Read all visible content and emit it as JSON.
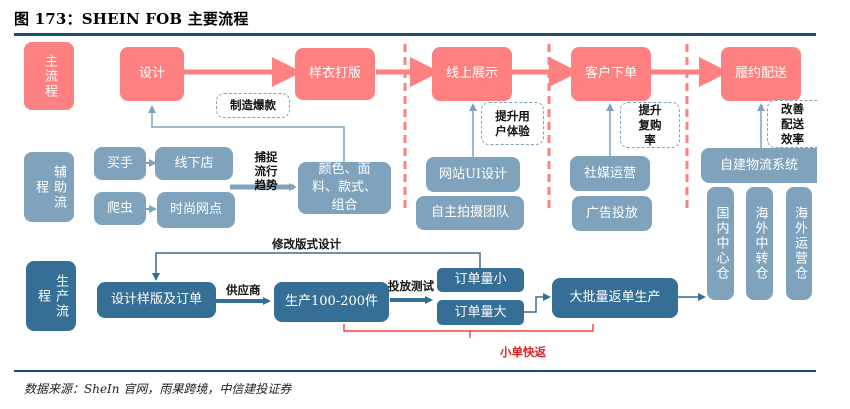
{
  "figure": {
    "title": "图 173：SHEIN FOB 主要流程",
    "source": "数据来源：SheIn 官网，雨果跨境，中信建投证券"
  },
  "rows": {
    "main": "主流程",
    "aux": "辅助流程",
    "prod": "生产流程"
  },
  "main_flow": [
    {
      "label": "设计"
    },
    {
      "label": "样衣打版"
    },
    {
      "label": "线上展示"
    },
    {
      "label": "客户下单"
    },
    {
      "label": "履约配送"
    }
  ],
  "callouts": {
    "hot_items": "制造爆款",
    "user_exp": "提升用户体验",
    "repurchase": "提升复购率",
    "delivery": "改善配送效率"
  },
  "aux_flow": {
    "buyer": "买手",
    "offline": "线下店",
    "crawler": "爬虫",
    "fashion_sites": "时尚网点",
    "trend_label": "捕捉流行趋势",
    "attributes": "颜色、面料、款式、组合",
    "ui_design": "网站UI设计",
    "photo_team": "自主拍摄团队",
    "social": "社媒运营",
    "ads": "广告投放",
    "logistics": "自建物流系统",
    "warehouses": [
      "国内中心仓",
      "海外中转仓",
      "海外运营仓"
    ]
  },
  "prod_flow": {
    "design_order": "设计样版及订单",
    "supplier_label": "供应商",
    "produce": "生产100-200件",
    "test_label": "投放测试",
    "small_order": "订单量小",
    "large_order": "订单量大",
    "bulk": "大批量返单生产",
    "revise_label": "修改版式设计",
    "brace_label": "小单快返"
  },
  "colors": {
    "main": "#FF8080",
    "aux": "#7FA3BD",
    "prod": "#366F96",
    "rule": "#154E78",
    "highlight": "#E62020"
  }
}
